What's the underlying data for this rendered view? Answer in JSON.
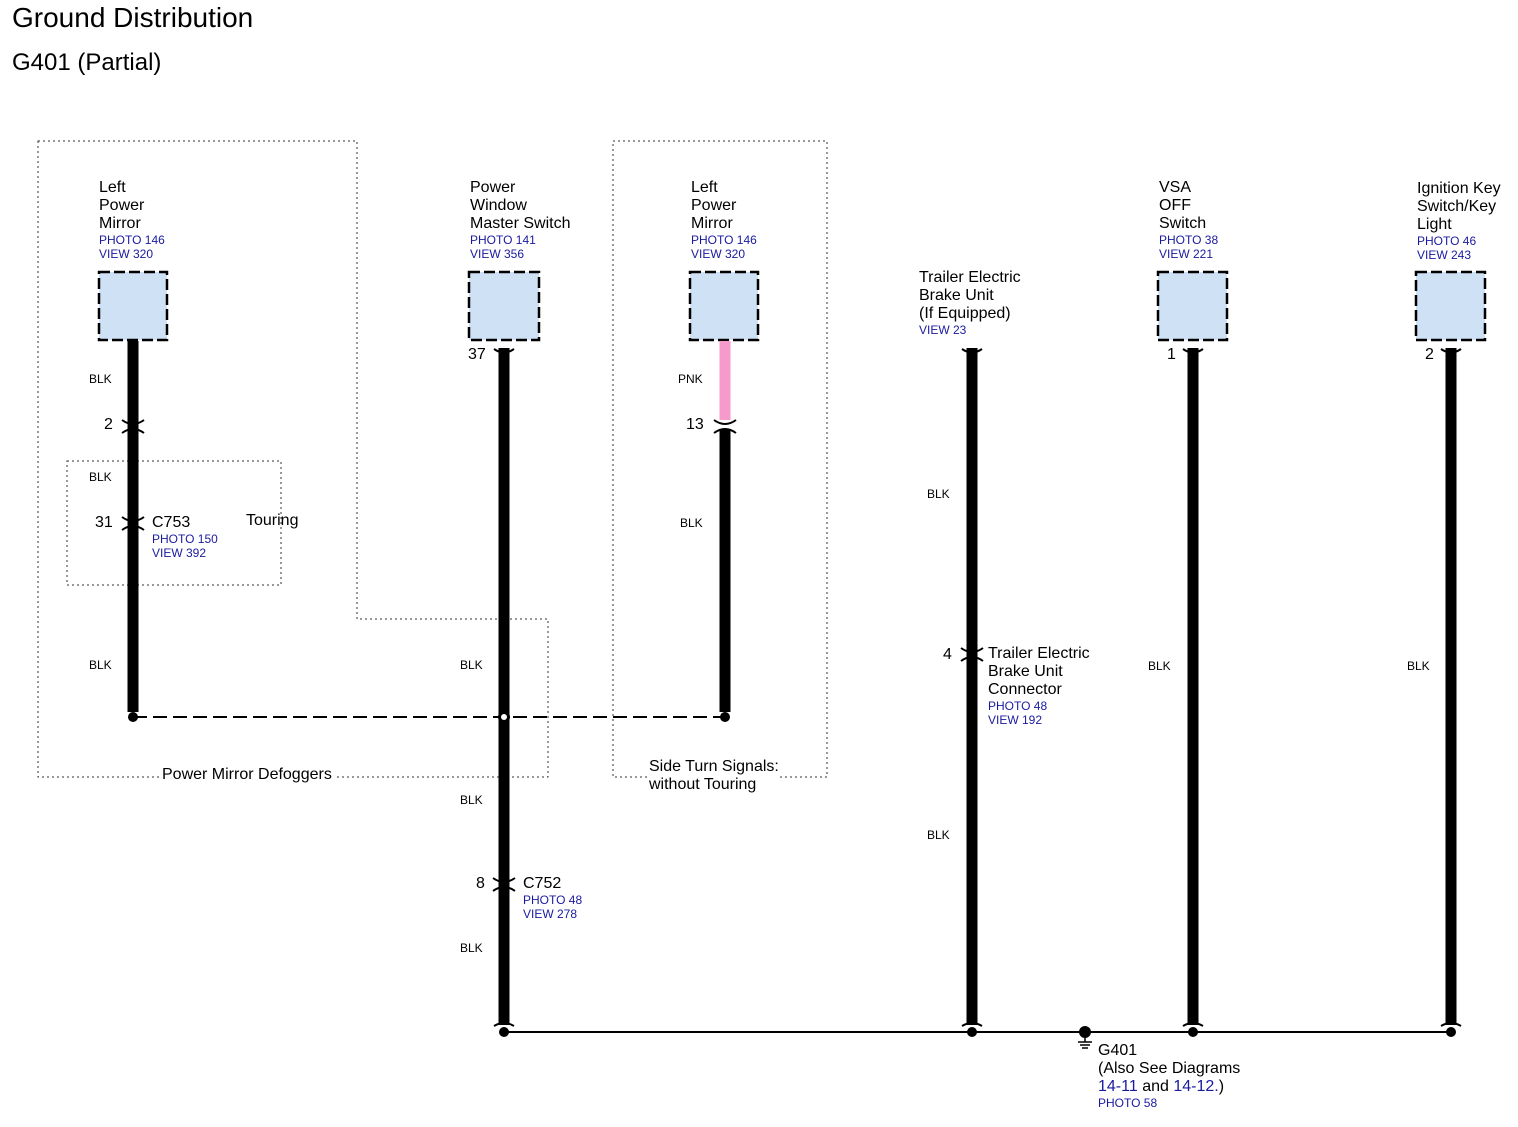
{
  "header": {
    "title": "Ground Distribution",
    "subtitle": "G401 (Partial)"
  },
  "components": [
    {
      "name_lines": [
        "Left",
        "Power",
        "Mirror"
      ],
      "photo": "PHOTO 146",
      "view": "VIEW 320"
    },
    {
      "name_lines": [
        "Power",
        "Window",
        "Master Switch"
      ],
      "photo": "PHOTO 141",
      "view": "VIEW 356"
    },
    {
      "name_lines": [
        "Left",
        "Power",
        "Mirror"
      ],
      "photo": "PHOTO 146",
      "view": "VIEW 320"
    },
    {
      "name_lines": [
        "Trailer Electric",
        "Brake Unit",
        "(If Equipped)"
      ],
      "view": "VIEW 23"
    },
    {
      "name_lines": [
        "VSA",
        "OFF",
        "Switch"
      ],
      "photo": "PHOTO 38",
      "view": "VIEW 221"
    },
    {
      "name_lines": [
        "Ignition Key",
        "Switch/Key",
        "Light"
      ],
      "photo": "PHOTO 46",
      "view": "VIEW 243"
    }
  ],
  "pins": [
    "37",
    "2",
    "13",
    "31",
    "4",
    "8",
    "1",
    "2"
  ],
  "wire_colors": {
    "w1": "BLK",
    "w2": "BLK",
    "w3": "BLK",
    "w4": "BLK",
    "w5": "BLK",
    "w6": "BLK",
    "w7": "PNK",
    "w8": "BLK",
    "w9": "BLK",
    "w10": "BLK",
    "w11": "BLK",
    "w12": "BLK"
  },
  "connectors": {
    "c753": {
      "name": "C753",
      "photo": "PHOTO 150",
      "view": "VIEW 392"
    },
    "c752": {
      "name": "C752",
      "photo": "PHOTO 48",
      "view": "VIEW 278"
    },
    "trailer": {
      "name_lines": [
        "Trailer Electric",
        "Brake Unit",
        "Connector"
      ],
      "photo": "PHOTO 48",
      "view": "VIEW 192"
    }
  },
  "regions": {
    "touring": "Touring",
    "defoggers": "Power Mirror Defoggers",
    "side_turn_1": "Side Turn Signals:",
    "side_turn_2": "without Touring"
  },
  "ground": {
    "name": "G401",
    "note_line1": "(Also See Diagrams",
    "link1": "14-11",
    "and": "and",
    "link2": "14-12.",
    "close": ")",
    "photo": "PHOTO 58"
  },
  "colors": {
    "wire_black": "#000000",
    "wire_pink": "#f59acb",
    "component_fill": "#cfe2f5",
    "link_blue": "#1a1aa0"
  }
}
